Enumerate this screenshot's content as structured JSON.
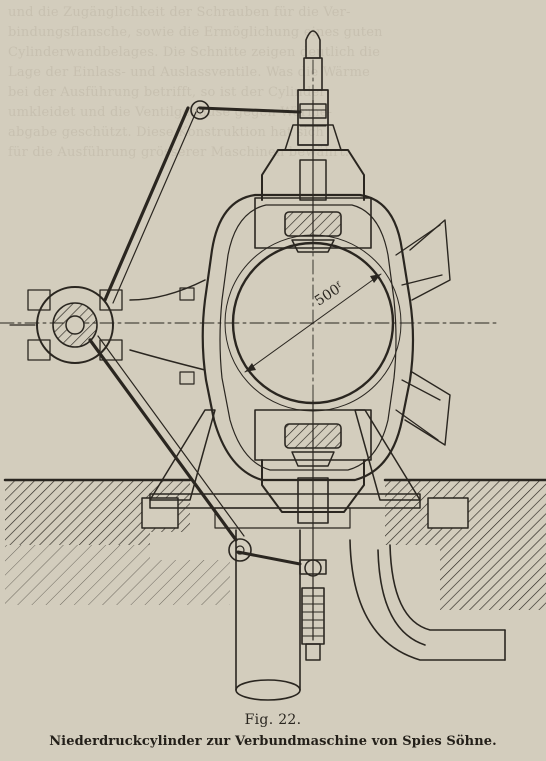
{
  "figure": {
    "number_label": "Fig. 22.",
    "caption": "Niederdruckcylinder zur Verbundmaschine von Spies Söhne.",
    "dimension_label": "500ᶠ"
  },
  "bleed_through_text": [
    "und die Zugänglichkeit der Schrauben für die Ver-",
    "bindungsflansche, sowie die Ermöglichung eines guten",
    "Cylinderwandbelages. Die Schnitte zeigen deutlich die",
    "Lage der Einlass- und Auslassventile. Was die Wärme",
    "bei der Ausführung betrifft, so ist der Cylinder",
    "umkleidet und die Ventilgehäuse gegen Wärme-",
    "abgabe geschützt. Diese Konstruktion hat sich",
    "für die Ausführung grösserer Maschinen bewährt."
  ]
}
